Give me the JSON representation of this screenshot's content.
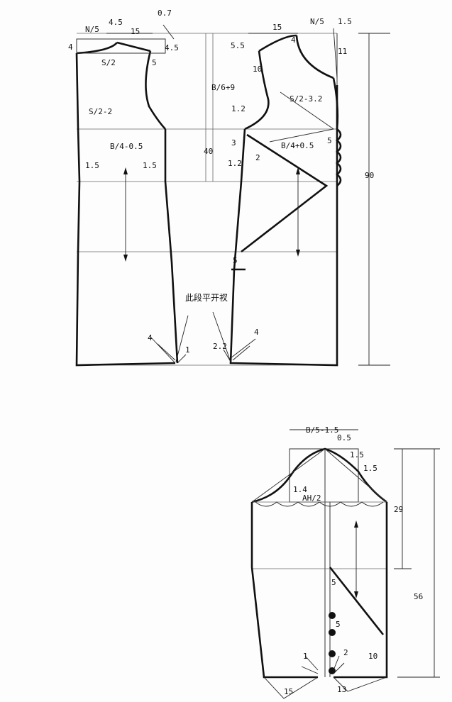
{
  "labels": {
    "n5_left": "N/5",
    "l4_5_left": "4.5",
    "l15_left": "15",
    "l0_7": "0.7",
    "l4_5_right_of_left": "4.5",
    "l4_left": "4",
    "s2": "S/2",
    "l5_armhole_left": "5",
    "b6_9": "B/6+9",
    "s2_2": "S/2-2",
    "b4_m05": "B/4-0.5",
    "l40": "40",
    "l1_5_a": "1.5",
    "l1_5_b": "1.5",
    "l15_right": "15",
    "n5_right": "N/5",
    "l1_5_right": "1.5",
    "l5_5": "5.5",
    "l4_right": "4",
    "l11": "11",
    "l10": "10",
    "s2_32": "S/2-3.2",
    "l1_2_a": "1.2",
    "l3": "3",
    "b4_p05": "B/4+0.5",
    "l5_front": "5",
    "l1_2_b": "1.2",
    "l2_front": "2",
    "l90": "90",
    "l5_waist": "5",
    "slit_text": "此段平开衩",
    "l4_hem_left": "4",
    "l1_hem": "1",
    "l2_2": "2.2",
    "l4_hem_right": "4",
    "b5_15": "B/5-1.5",
    "l0_5": "0.5",
    "l1_5_sleeve_a": "1.5",
    "l1_5_sleeve_b": "1.5",
    "l1_4": "1.4",
    "ah2": "AH/2",
    "l29": "29",
    "l56": "56",
    "l5_sleeve_a": "5",
    "l5_sleeve_b": "5",
    "l1_sleeve": "1",
    "l2_sleeve": "2",
    "l10_sleeve": "10",
    "l15_sleeve": "15",
    "l13_sleeve": "13"
  }
}
